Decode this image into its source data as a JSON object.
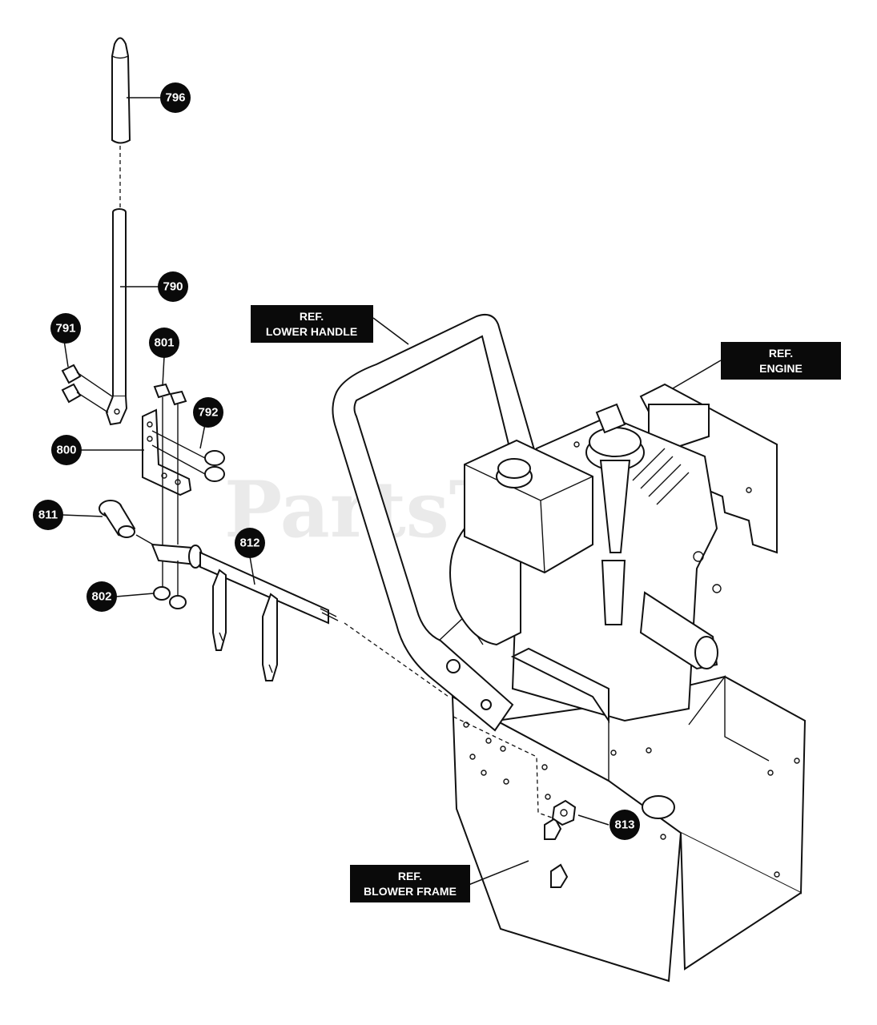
{
  "watermark": "PartsTree",
  "part_labels": [
    "796",
    "790",
    "791",
    "801",
    "792",
    "800",
    "811",
    "812",
    "802",
    "813"
  ],
  "reference_labels": {
    "lower_handle": [
      "REF.",
      "LOWER HANDLE"
    ],
    "engine": [
      "REF.",
      "ENGINE"
    ],
    "blower_frame": [
      "REF.",
      "BLOWER FRAME"
    ]
  },
  "icons": [
    "shift-knob-icon",
    "shift-rod-icon",
    "bracket-icon",
    "bolt-icon",
    "nut-icon",
    "bushing-icon",
    "shift-shaft-icon",
    "engine-icon",
    "handle-icon",
    "blower-frame-icon"
  ]
}
